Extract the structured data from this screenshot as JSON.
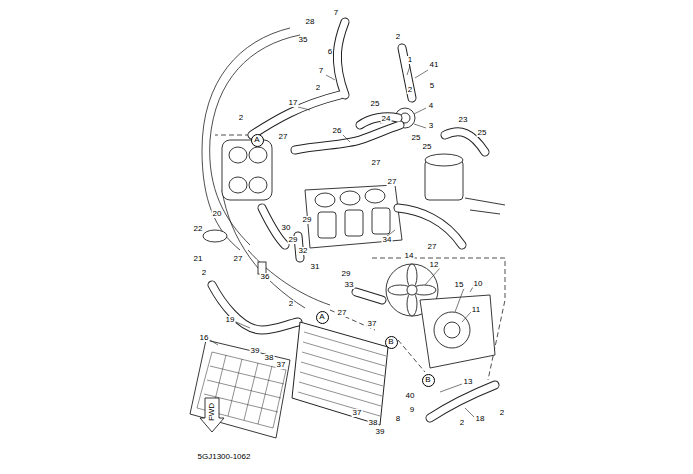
{
  "diagram": {
    "nodes": [
      {
        "text": [
          "A"
        ]
      },
      {
        "text": [
          "A"
        ]
      },
      {
        "text": [
          "B"
        ]
      },
      {
        "text": [
          "B"
        ]
      }
    ],
    "labels": [
      "28",
      "7",
      "35",
      "6",
      "2",
      "1",
      "41",
      "7",
      "2",
      "2",
      "5",
      "25",
      "17",
      "4",
      "2",
      "24",
      "23",
      "3",
      "26",
      "25",
      "27",
      "25",
      "25",
      "27",
      "27",
      "20",
      "29",
      "30",
      "22",
      "29",
      "34",
      "27",
      "32",
      "14",
      "21",
      "27",
      "12",
      "31",
      "2",
      "29",
      "36",
      "10",
      "33",
      "15",
      "2",
      "11",
      "27",
      "19",
      "37",
      "16",
      "39",
      "38",
      "37",
      "13",
      "40",
      "9",
      "2",
      "37",
      "8",
      "18",
      "2",
      "38",
      "39",
      "FWD",
      "5GJ1300-1062"
    ]
  }
}
